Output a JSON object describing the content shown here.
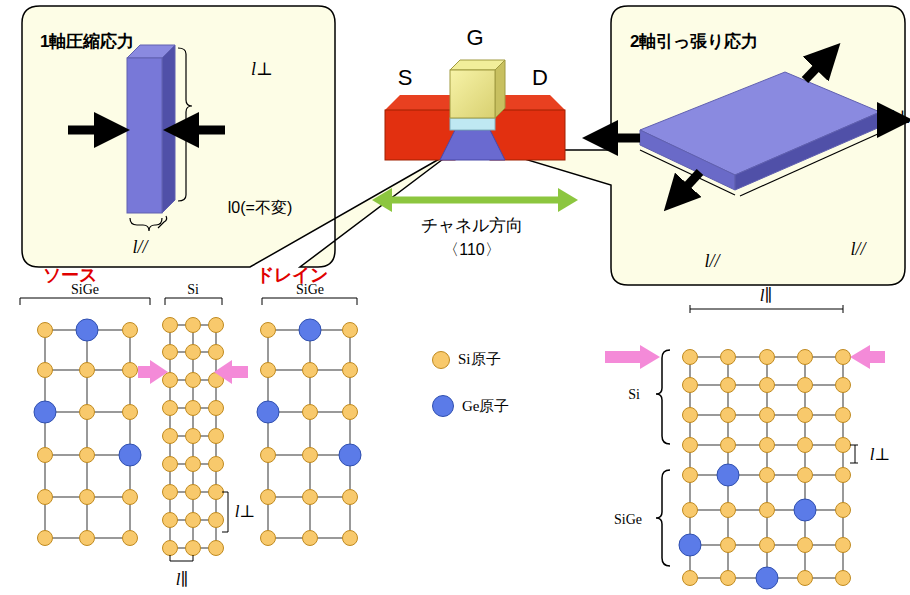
{
  "diagram": {
    "nodes": [
      {
        "text": [
          "1軸圧縮応力"
        ]
      },
      {
        "text": [
          "2軸引っ張り応力"
        ]
      }
    ],
    "labels": [
      "l⊥",
      "l0(=不変)",
      "l//",
      "G",
      "S",
      "D",
      "チャネル方向",
      "〈110〉",
      "l⊥",
      "l//",
      "l//",
      "ソース",
      "ドレイン",
      "SiGe",
      "Si",
      "SiGe",
      "l⊥",
      "l∥",
      "l∥",
      "Si",
      "l⊥",
      "SiGe"
    ],
    "legend": [
      {
        "text": "Si原子",
        "color": "#f8c96c"
      },
      {
        "text": "Ge原子",
        "color": "#5b7be8"
      }
    ]
  }
}
